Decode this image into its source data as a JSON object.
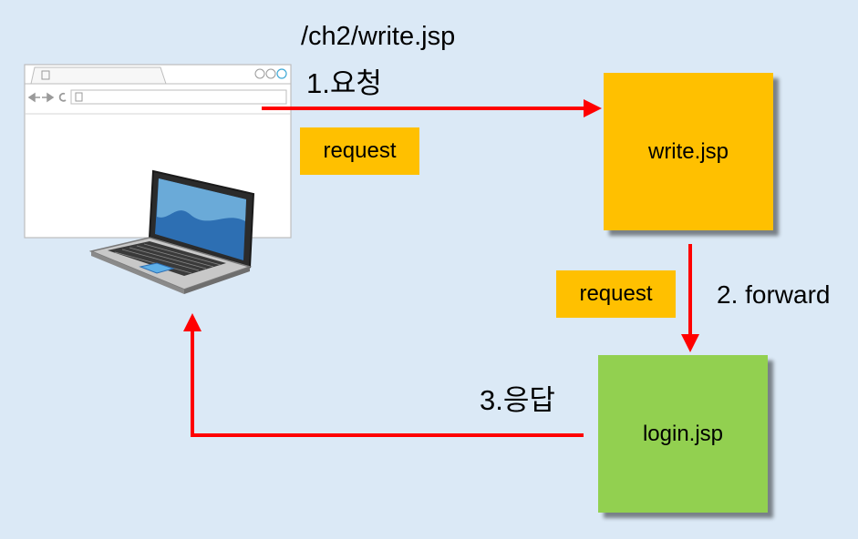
{
  "request_url": "/ch2/write.jsp",
  "steps": {
    "request": "1.요청",
    "forward": "2. forward",
    "response": "3.응답"
  },
  "badges": {
    "request_top": "request",
    "request_forward": "request"
  },
  "nodes": {
    "write": "write.jsp",
    "login": "login.jsp"
  },
  "icons": {
    "browser": "browser-window-icon",
    "laptop": "laptop-icon"
  },
  "colors": {
    "background": "#dbe9f6",
    "arrow": "#ff0000",
    "write_box": "#ffc000",
    "login_box": "#92d050",
    "badge": "#ffc000"
  }
}
